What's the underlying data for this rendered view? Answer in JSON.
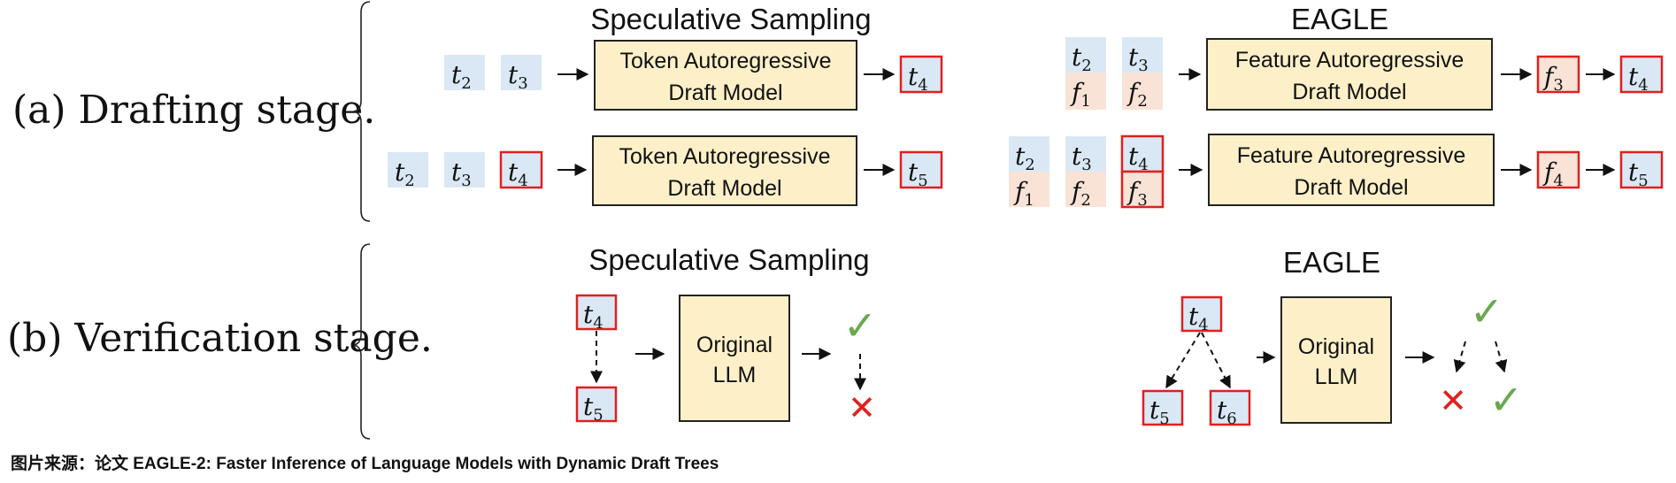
{
  "labels": {
    "drafting_stage": "(a) Drafting stage.",
    "verification_stage": "(b) Verification stage."
  },
  "titles": {
    "spec_sampling_top": "Speculative Sampling",
    "eagle_top": "EAGLE",
    "spec_sampling_bottom": "Speculative Sampling",
    "eagle_bottom": "EAGLE"
  },
  "boxes": {
    "token_draft_line1": "Token Autoregressive",
    "token_draft_line2": "Draft Model",
    "feature_draft_line1": "Feature Autoregressive",
    "feature_draft_line2": "Draft Model",
    "original_line1": "Original",
    "original_line2": "LLM"
  },
  "tokens": {
    "letter_t": "t",
    "letter_f": "f",
    "sub_1": "1",
    "sub_2": "2",
    "sub_3": "3",
    "sub_4": "4",
    "sub_5": "5",
    "sub_6": "6"
  },
  "marks": {
    "check": "✓",
    "cross": "✕"
  },
  "caption": "图片来源：论文 EAGLE-2: Faster Inference of Language Models with Dynamic Draft Trees",
  "colors": {
    "token_fill": "#dae8f5",
    "feature_fill": "#f9e3d6",
    "model_fill": "#fdf0c8",
    "highlight_border": "#e02020",
    "check": "#6aa84f",
    "cross": "#e02020"
  }
}
